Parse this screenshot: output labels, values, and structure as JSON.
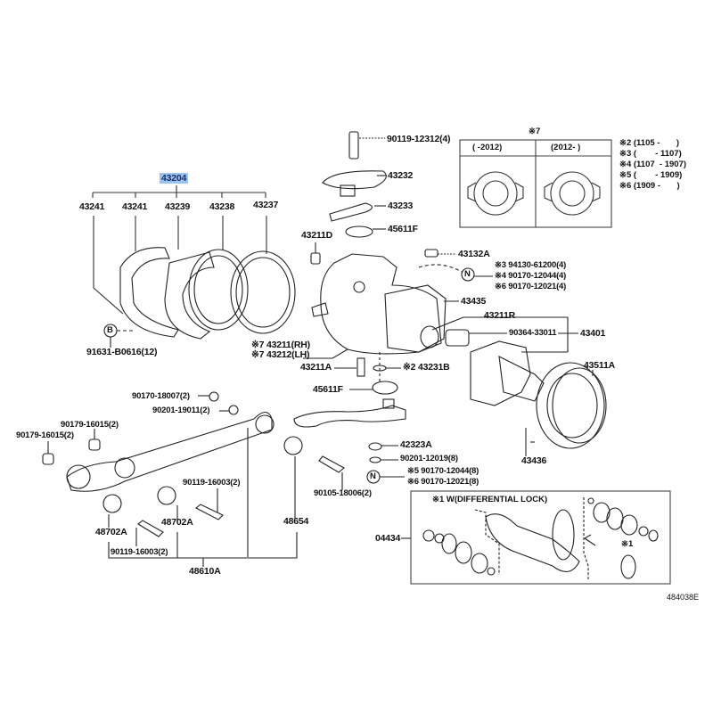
{
  "diagram_code": "484038E",
  "highlight_color": "#9cc3f0",
  "assembly": {
    "main": "43204",
    "parts": [
      "43241",
      "43241",
      "43239",
      "43238",
      "43237"
    ]
  },
  "bolt_b": {
    "marker": "B",
    "part": "91631-B0616(12)"
  },
  "knuckle": {
    "bolt_top": "90119-12312(4)",
    "cap": "43232",
    "gasket": "43233",
    "bearing_top": "45611F",
    "fitting": "43211D",
    "bolt_side": "43132A",
    "nut_marker": "N",
    "nut_parts": [
      "※3 94130-61200(4)",
      "※4 90170-12044(4)",
      "※6 90170-12021(4)"
    ],
    "spindle_gasket": "43435",
    "bushing": "43211R",
    "needle_bearing": "90364-33011",
    "spindle": "43401",
    "knuckle_rh": "※7 43211(RH)",
    "knuckle_lh": "※7 43212(LH)",
    "stud": "43211A",
    "shim": "※2 43231B",
    "bearing_bottom": "45611F",
    "seal": "43511A",
    "spindle_seal": "43436"
  },
  "arm": {
    "nut1": "90170-18007(2)",
    "washer1": "90201-19011(2)",
    "nut2": "90179-16015(2)",
    "nut3": "90179-16015(2)",
    "bolt1": "90119-16003(2)",
    "bolt2": "90119-16003(2)",
    "bushing1": "48702A",
    "bushing2": "48702A",
    "bushing3": "48654",
    "arm_assy": "48610A",
    "bolt3": "90105-18006(2)",
    "spacer": "42323A",
    "washer2": "90201-12019(8)",
    "nut_marker": "N",
    "nut_parts": [
      "※5 90170-12044(8)",
      "※6 90170-12021(8)"
    ]
  },
  "housing": {
    "part": "04434",
    "caption": "※1 W(DIFFERENTIAL LOCK)",
    "note": "※1"
  },
  "inset": {
    "title": "※7",
    "col1": "(      -2012)",
    "col2": "(2012-      )"
  },
  "notes": [
    "※2 (1105 -       )",
    "※3 (        - 1107)",
    "※4 (1107  - 1907)",
    "※5 (        - 1909)",
    "※6 (1909 -       )"
  ]
}
